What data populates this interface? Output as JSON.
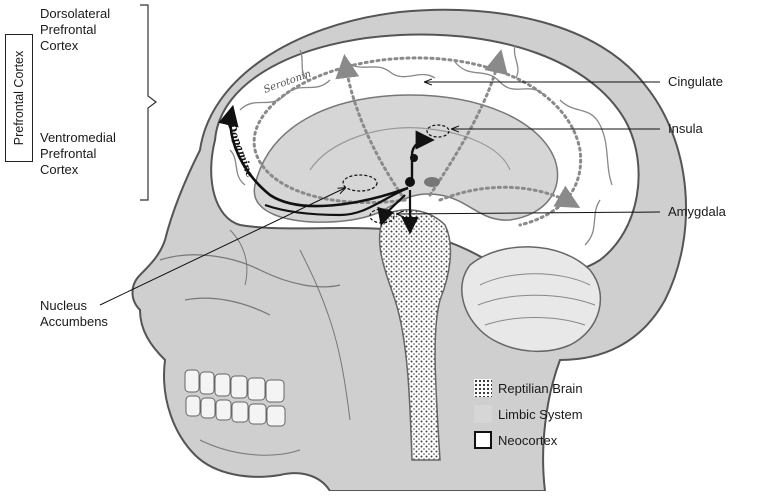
{
  "labels": {
    "prefrontal_cortex": "Prefrontal Cortex",
    "dorsolateral": "Dorsolateral\nPrefrontal\nCortex",
    "ventromedial": "Ventromedial\nPrefrontal\nCortex",
    "cingulate": "Cingulate",
    "insula": "Insula",
    "amygdala": "Amygdala",
    "nucleus_accumbens": "Nucleus\nAccumbens"
  },
  "pathways": {
    "serotonin": "Serotonin",
    "dopamine": "Dopamine"
  },
  "legend": [
    {
      "key": "reptilian",
      "label": "Reptilian Brain"
    },
    {
      "key": "limbic",
      "label": "Limbic System"
    },
    {
      "key": "neocortex",
      "label": "Neocortex"
    }
  ],
  "colors": {
    "skull_fill": "#cfcfcf",
    "skull_stroke": "#555555",
    "cortex_fill": "#ffffff",
    "limbic_fill": "#d6d6d6",
    "pathway_gray": "#8a8a8a",
    "pathway_black": "#111111"
  }
}
